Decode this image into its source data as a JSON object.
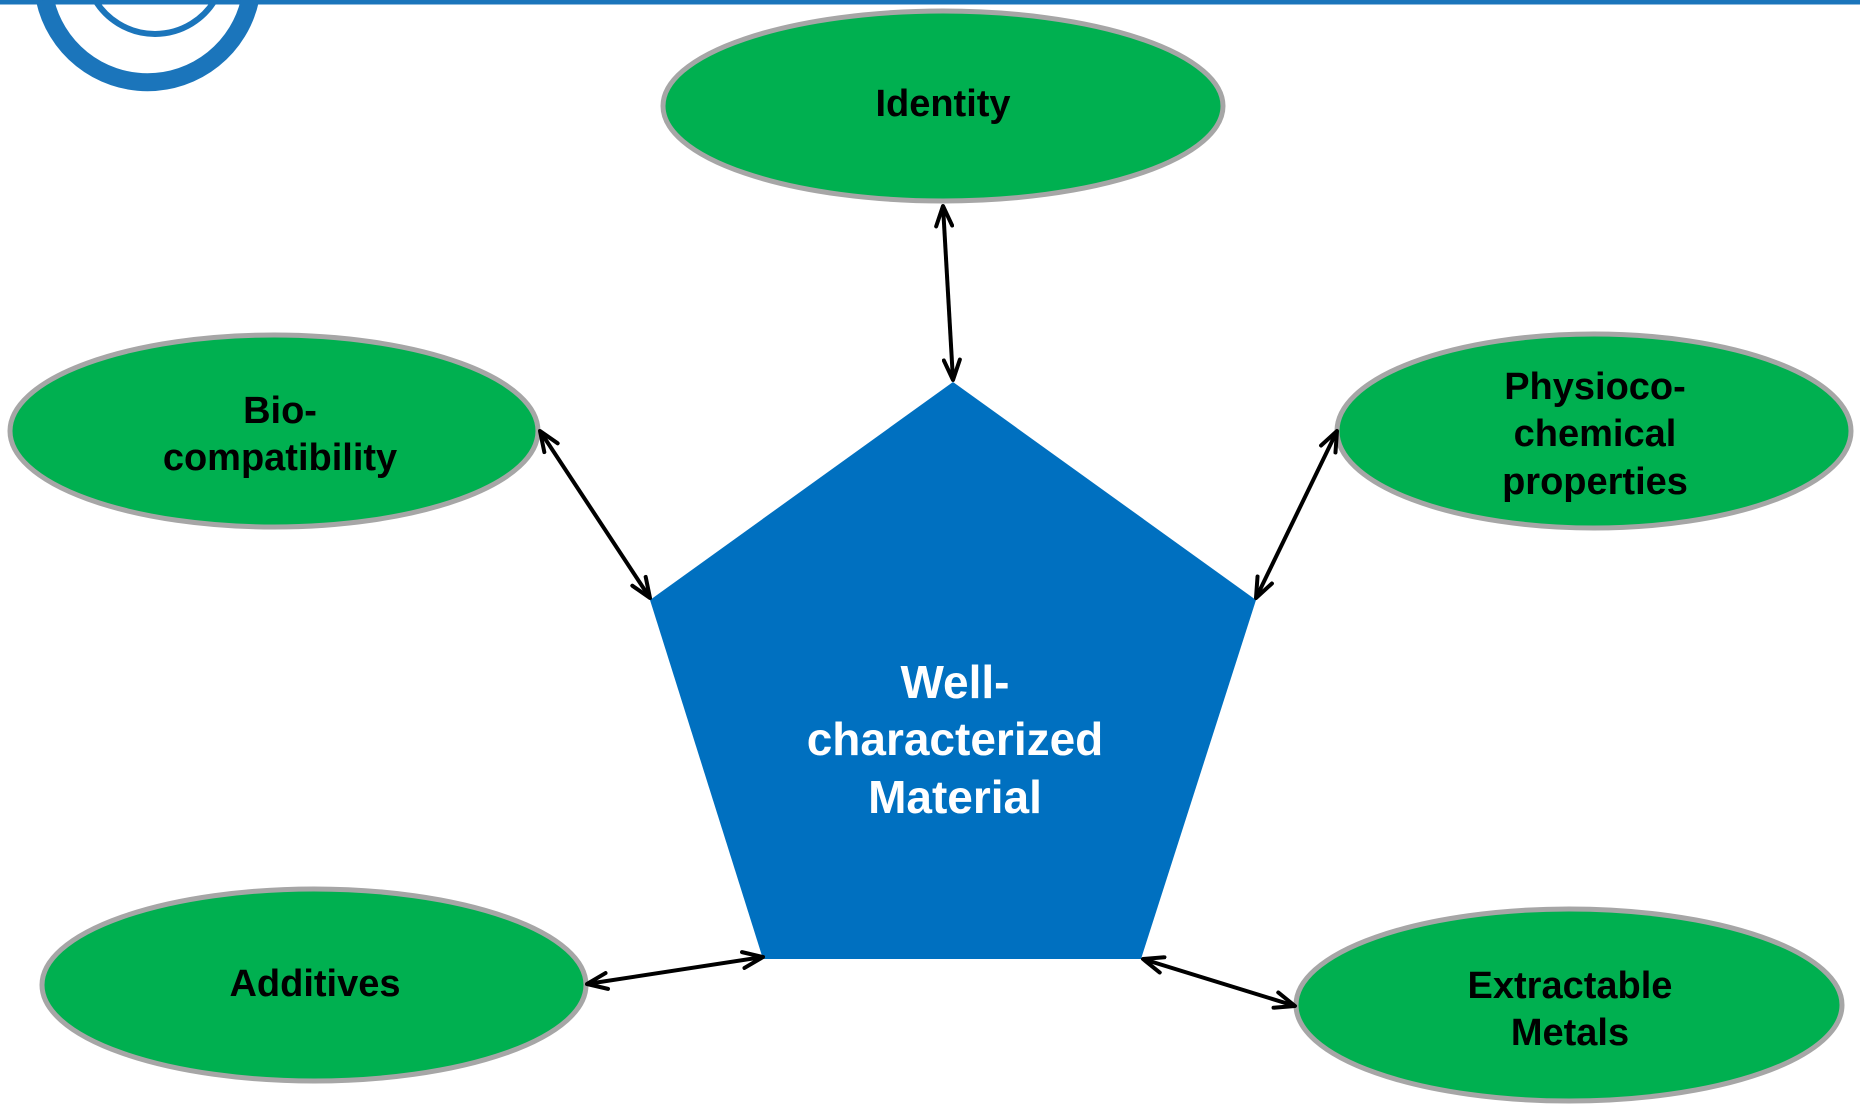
{
  "colors": {
    "node_fill": "#00b050",
    "node_stroke": "#a6a6a6",
    "center_fill": "#0070c0",
    "arrow": "#000000",
    "logo": "#1b75bb"
  },
  "diagram": {
    "center": {
      "label": "Well-\ncharacterized\nMaterial"
    },
    "nodes": {
      "identity": {
        "label": "Identity"
      },
      "biocompatibility": {
        "label": "Bio-\ncompatibility"
      },
      "physicochemical": {
        "label": "Physioco-\nchemical\nproperties"
      },
      "additives": {
        "label": "Additives"
      },
      "extractable_metals": {
        "label": "Extractable\nMetals"
      }
    },
    "connections": [
      {
        "from": "center",
        "to": "identity",
        "type": "bidirectional"
      },
      {
        "from": "center",
        "to": "biocompatibility",
        "type": "bidirectional"
      },
      {
        "from": "center",
        "to": "physicochemical",
        "type": "bidirectional"
      },
      {
        "from": "center",
        "to": "additives",
        "type": "bidirectional"
      },
      {
        "from": "center",
        "to": "extractable_metals",
        "type": "bidirectional"
      }
    ]
  }
}
